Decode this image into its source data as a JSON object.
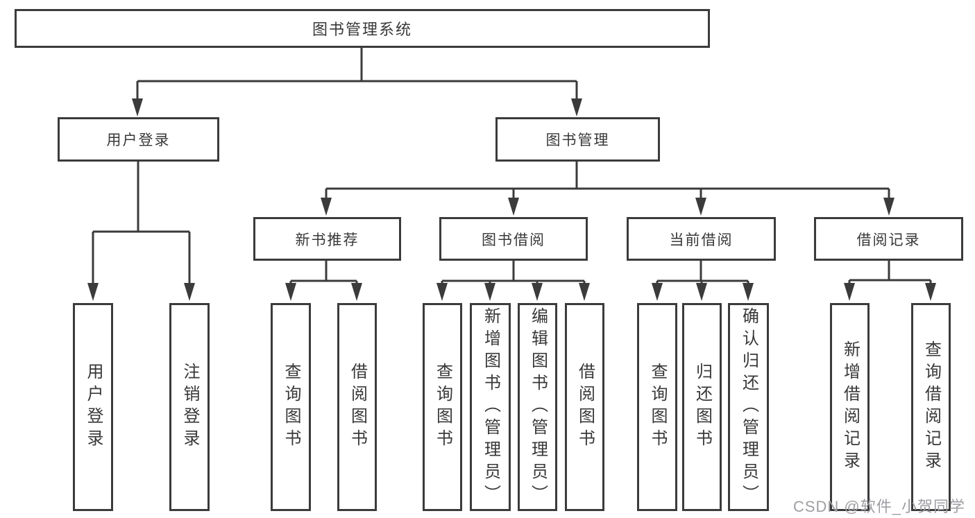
{
  "diagram": {
    "title": "图书管理系统",
    "level2": [
      {
        "label": "用户登录"
      },
      {
        "label": "图书管理"
      }
    ],
    "level3": [
      {
        "label": "新书推荐"
      },
      {
        "label": "图书借阅"
      },
      {
        "label": "当前借阅"
      },
      {
        "label": "借阅记录"
      }
    ],
    "leaves": [
      {
        "label": "用户登录"
      },
      {
        "label": "注销登录"
      },
      {
        "label": "查询图书"
      },
      {
        "label": "借阅图书"
      },
      {
        "label": "查询图书"
      },
      {
        "label": "新增图书（管理员）"
      },
      {
        "label": "编辑图书（管理员）"
      },
      {
        "label": "借阅图书"
      },
      {
        "label": "查询图书"
      },
      {
        "label": "归还图书"
      },
      {
        "label": "确认归还（管理员）"
      },
      {
        "label": "新增借阅记录"
      },
      {
        "label": "查询借阅记录"
      }
    ],
    "watermark": "CSDN @软件_小贺同学",
    "colors": {
      "line": "#3b3b3b",
      "text": "#333333",
      "watermark": "#9e9ea3",
      "background": "#ffffff"
    }
  }
}
